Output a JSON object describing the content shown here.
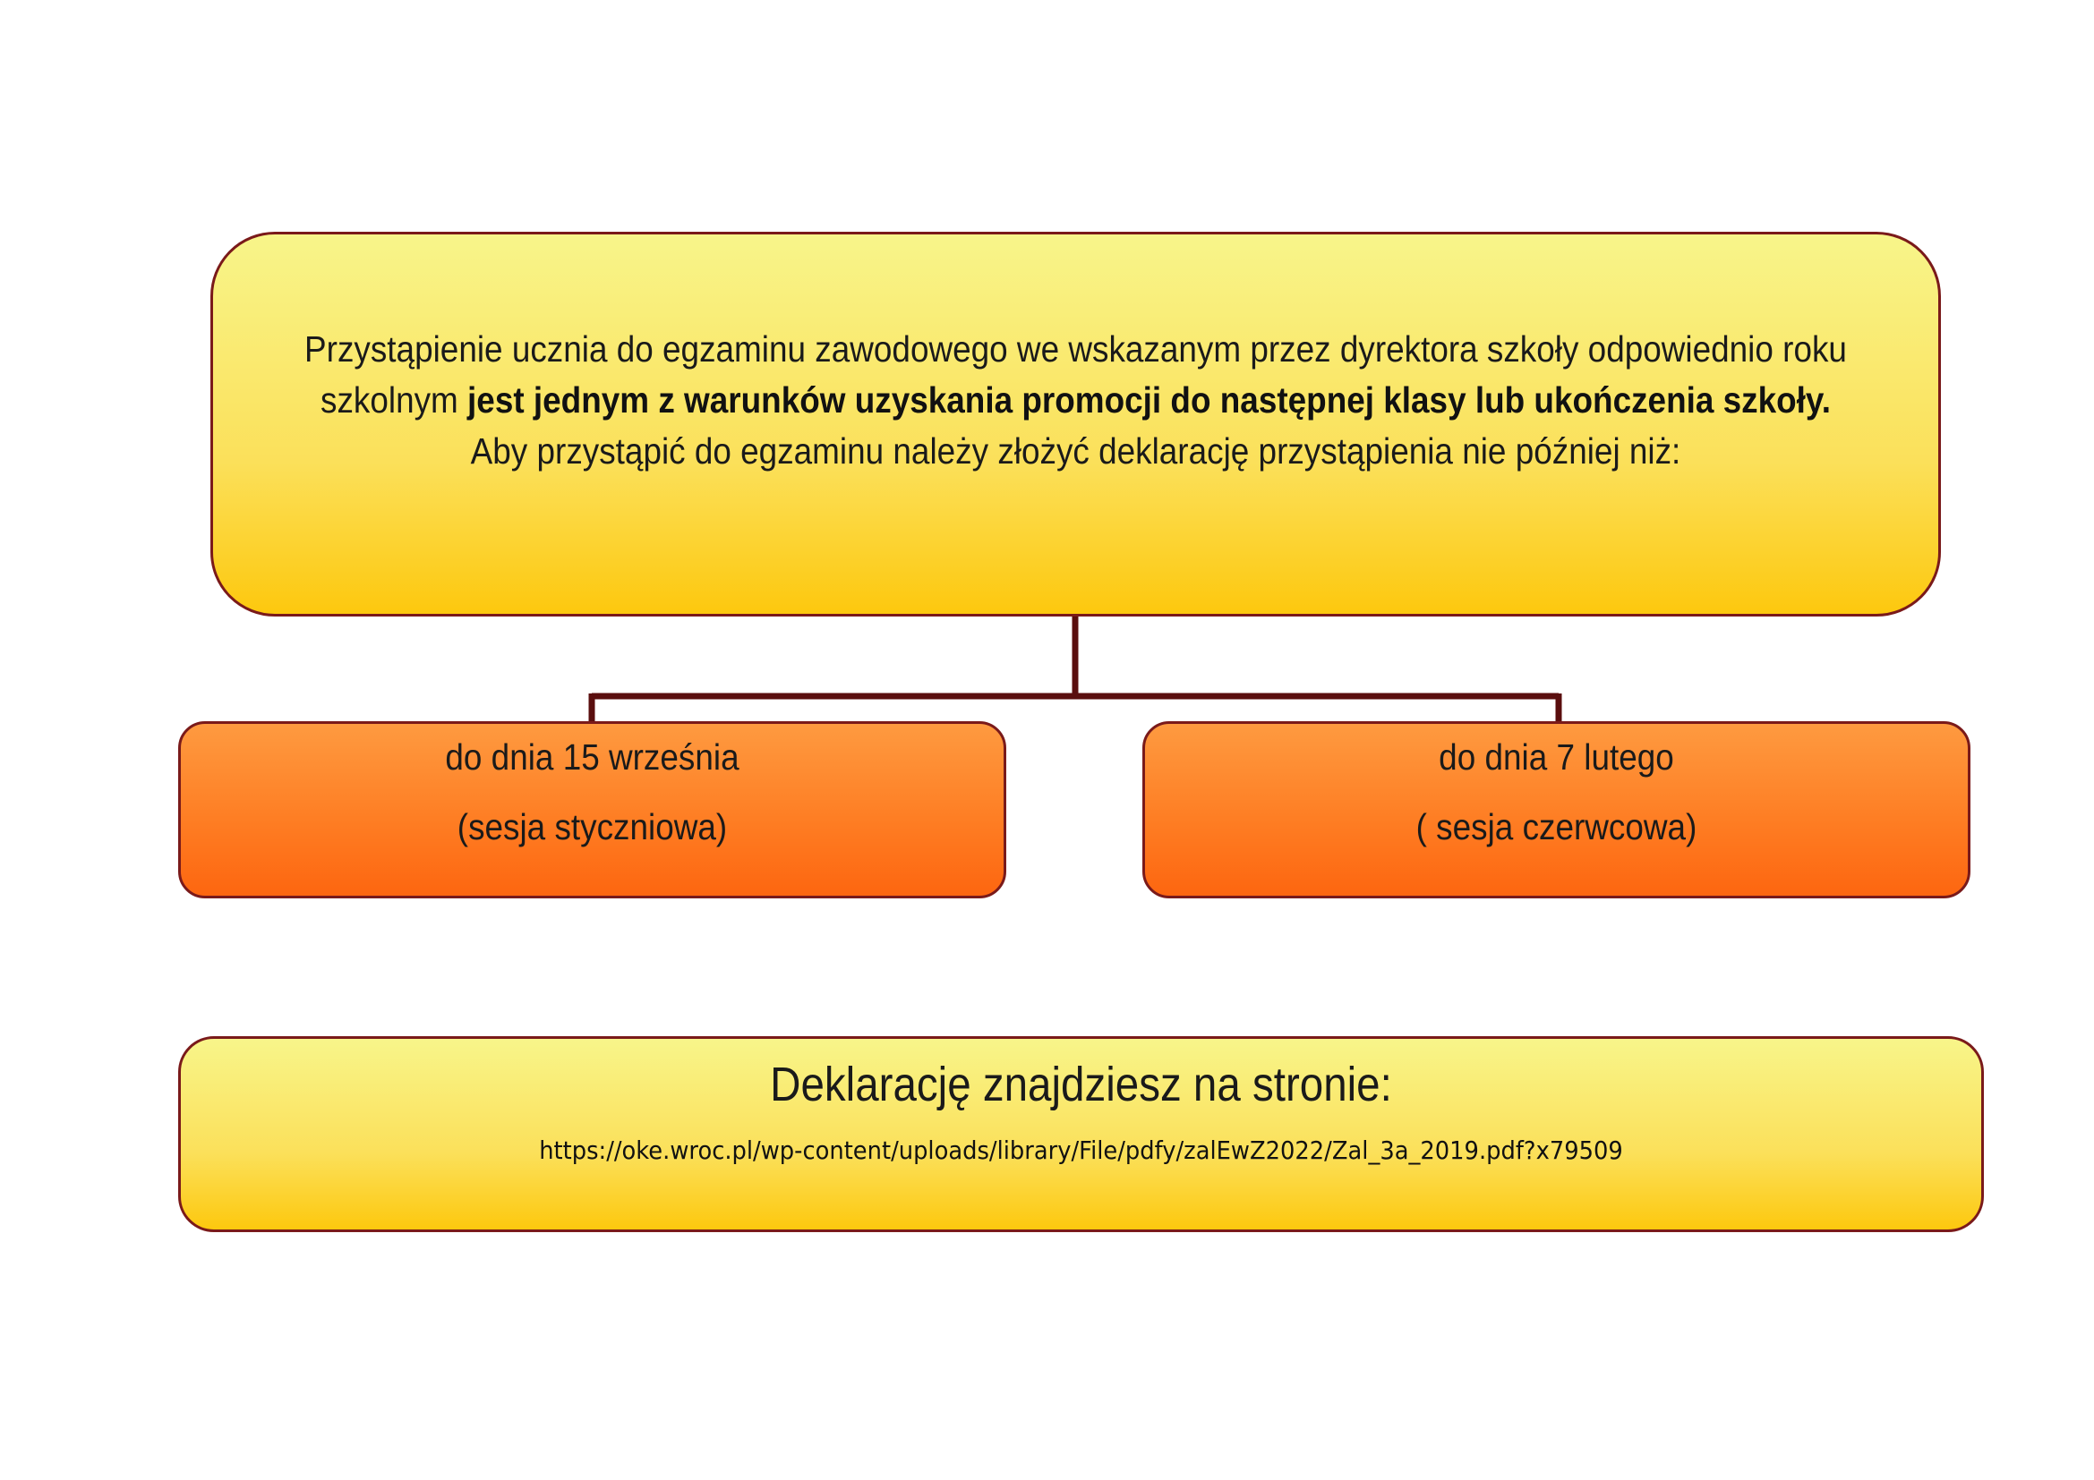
{
  "colors": {
    "border": "#7a1a1a",
    "connector": "#5a0e0e",
    "yellow_top": "#f8f58a",
    "yellow_bottom": "#fdc80e",
    "orange_top": "#fe9a40",
    "orange_bottom": "#fd6610"
  },
  "main": {
    "line1": "Przystąpienie ucznia do egzaminu zawodowego we wskazanym przez dyrektora szkoły odpowiednio roku",
    "line2_prefix": "szkolnym ",
    "line2_bold": "jest jednym z warunków uzyskania promocji do następnej klasy lub ukończenia szkoły.",
    "line3": "Aby przystąpić do egzaminu należy złożyć deklarację przystąpienia nie później niż:"
  },
  "sessions": [
    {
      "date": "do dnia 15 września",
      "name": "(sesja styczniowa)"
    },
    {
      "date": "do dnia 7 lutego",
      "name": "( sesja czerwcowa)"
    }
  ],
  "declaration": {
    "title": "Deklarację znajdziesz na stronie:",
    "url": "https://oke.wroc.pl/wp-content/uploads/library/File/pdfy/zalEwZ2022/Zal_3a_2019.pdf?x79509"
  }
}
